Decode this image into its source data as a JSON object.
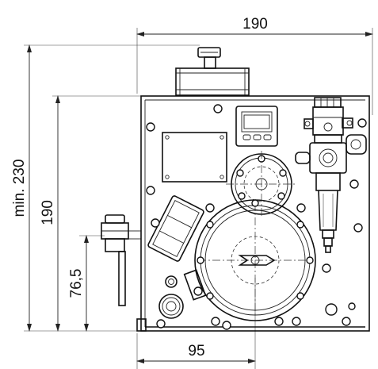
{
  "dimensions": {
    "top_width": "190",
    "min_height": "min. 230",
    "body_height": "190",
    "lower_height": "76,5",
    "bottom_width": "95"
  }
}
